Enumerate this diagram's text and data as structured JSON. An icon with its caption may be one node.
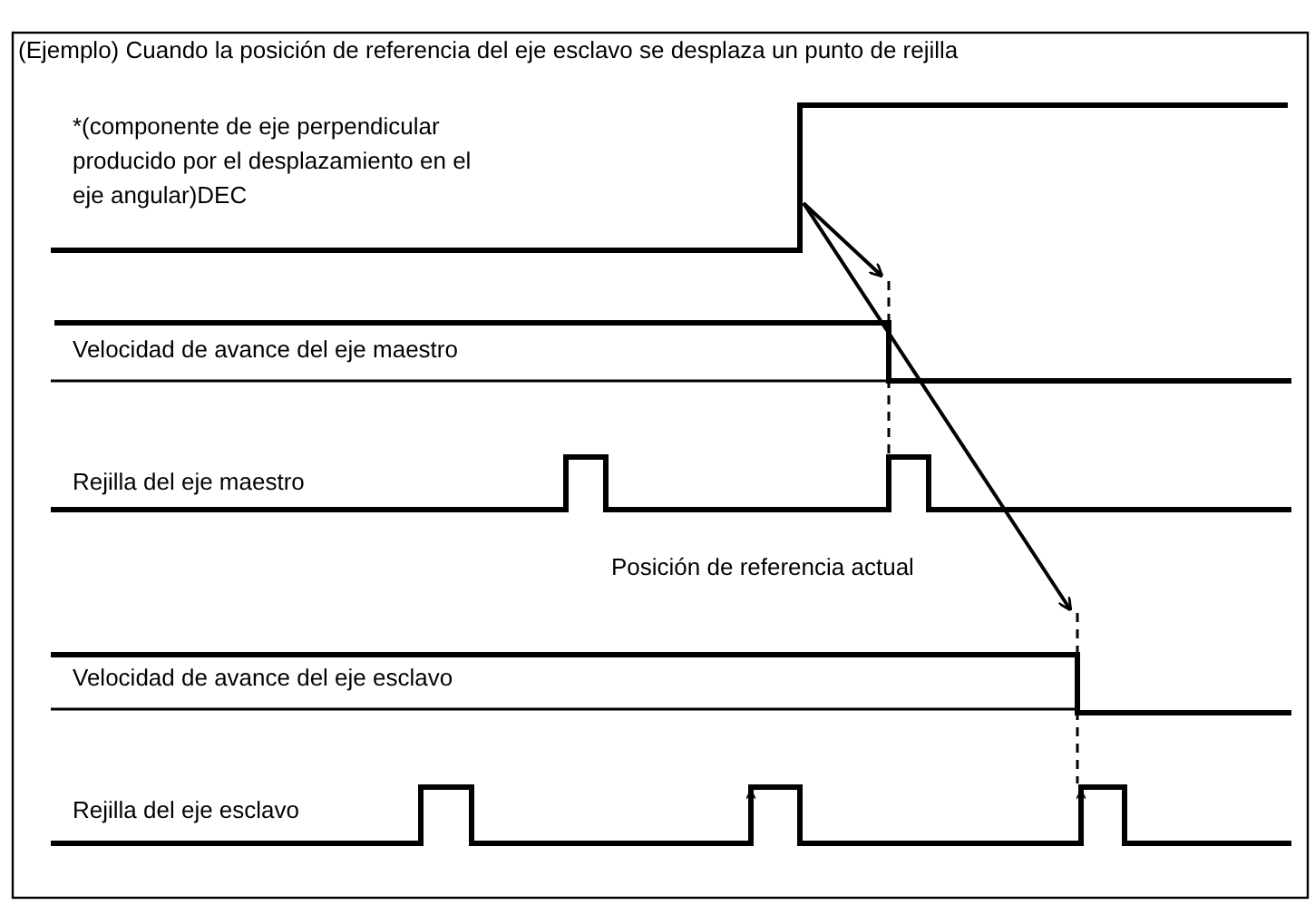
{
  "diagram": {
    "title": "(Ejemplo) Cuando la posición de referencia del eje esclavo se desplaza un punto de rejilla",
    "labels": [
      "*(componente de eje perpendicular producido por el desplazamiento en el eje angular)DEC",
      "Velocidad de avance del eje maestro",
      "Rejilla del eje maestro",
      "Posición de referencia actual",
      "Velocidad de avance del eje esclavo",
      "Rejilla del eje esclavo"
    ]
  }
}
